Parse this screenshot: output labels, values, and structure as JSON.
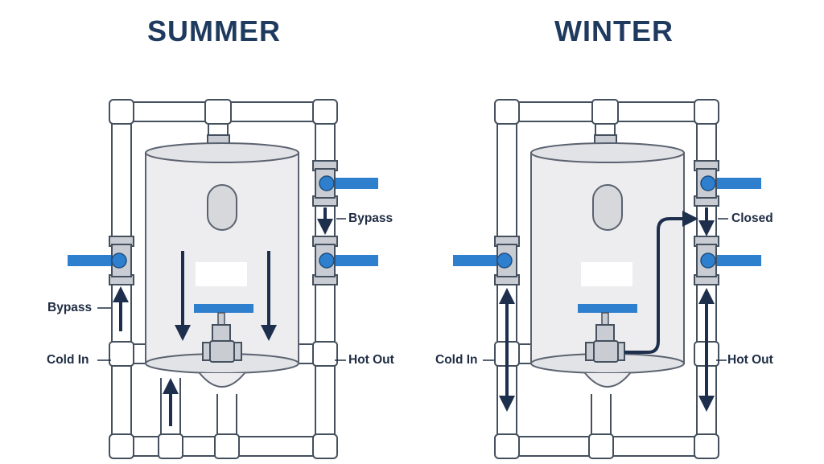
{
  "summer": {
    "title": "SUMMER",
    "labels": {
      "bypass_left": "Bypass",
      "bypass_right": "Bypass",
      "cold_in": "Cold In",
      "hot_out": "Hot Out"
    }
  },
  "winter": {
    "title": "WINTER",
    "labels": {
      "closed": "Closed",
      "cold_in": "Cold In",
      "hot_out": "Hot Out"
    }
  },
  "colors": {
    "title": "#1f3a5f",
    "label": "#1f2d44",
    "pipe_stroke": "#44505e",
    "pipe_fill": "#ffffff",
    "tank_fill": "#ededef",
    "tank_stroke": "#5a6270",
    "valve_body": "#c9cdd3",
    "valve_handle": "#2f7fcf",
    "arrow": "#1d2f4d"
  }
}
